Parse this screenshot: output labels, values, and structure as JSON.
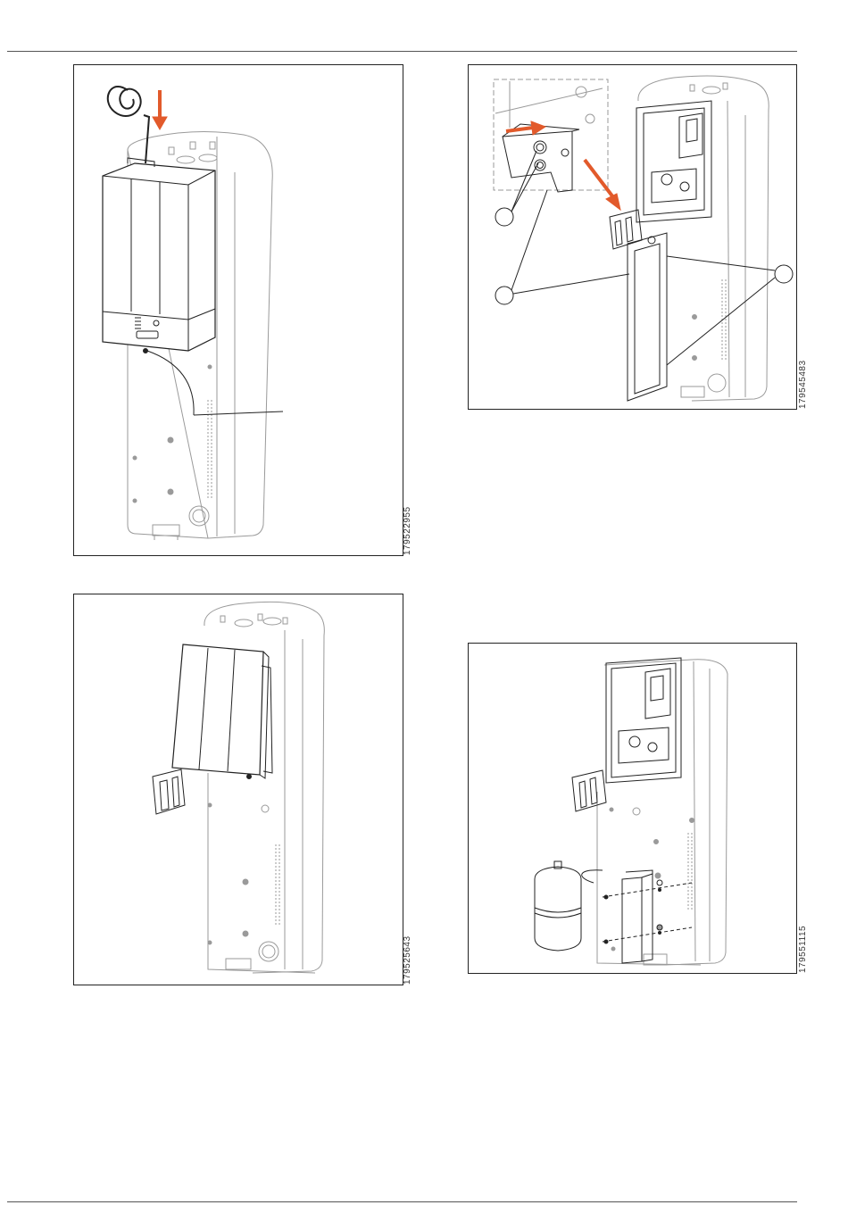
{
  "figures": [
    {
      "id": "179522955"
    },
    {
      "id": "179545483"
    },
    {
      "id": "179525643"
    },
    {
      "id": "179551115"
    }
  ],
  "colors": {
    "line": "#9a9a9a",
    "dark": "#222222",
    "panel": "#ffffff",
    "accent": "#e25a2b"
  }
}
